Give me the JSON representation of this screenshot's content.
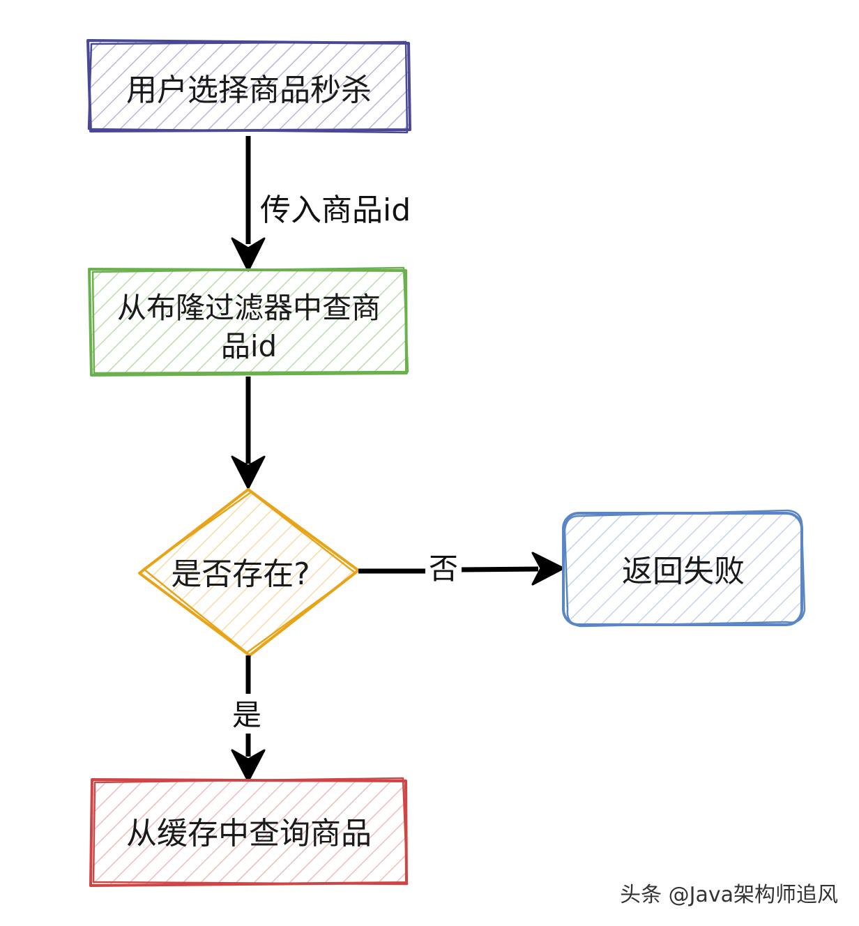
{
  "nodes": {
    "start": {
      "label": "用户选择商品秒杀",
      "color": "#4a4894"
    },
    "filter": {
      "line1": "从布隆过滤器中查商",
      "line2": "品id",
      "color": "#6ab04c"
    },
    "decision": {
      "label": "是否存在?",
      "color": "#e8a317"
    },
    "fail": {
      "label": "返回失败",
      "color": "#5b86c5"
    },
    "cache": {
      "label": "从缓存中查询商品",
      "color": "#cf4444"
    }
  },
  "edges": {
    "start_to_filter": "传入商品id",
    "decision_no": "否",
    "decision_yes": "是"
  },
  "watermark": "头条 @Java架构师追风"
}
